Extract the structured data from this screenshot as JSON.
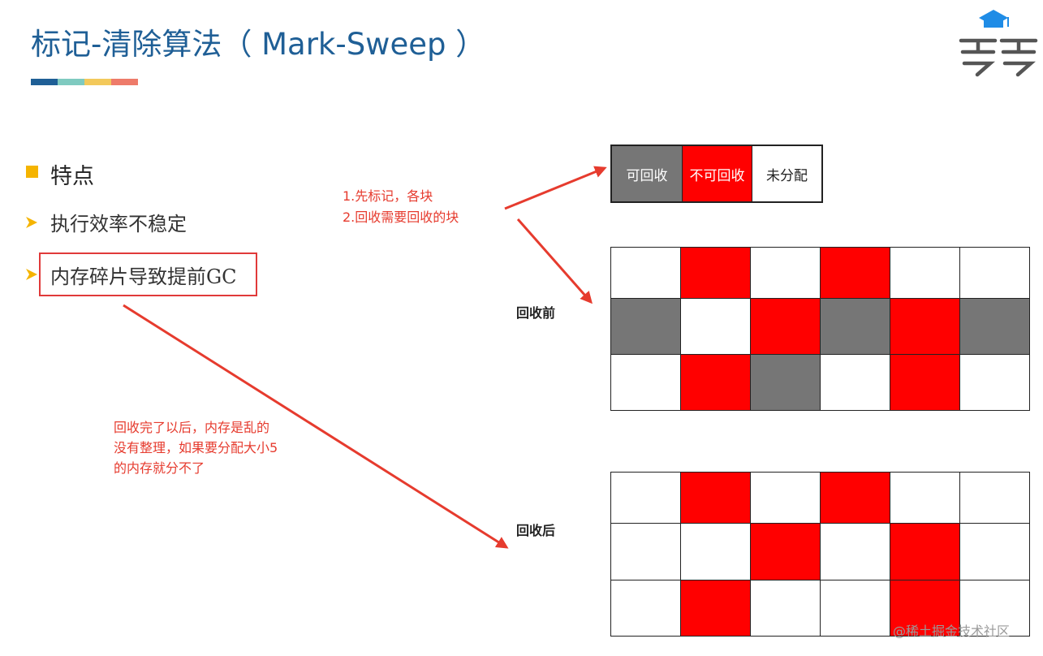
{
  "slide": {
    "title": "标记-清除算法（ Mark-Sweep ）",
    "title_bar_colors": [
      "#1f5f96",
      "#7fcac0",
      "#f3c95b",
      "#ee7b6a"
    ],
    "section_heading": "特点",
    "bullets": [
      "执行效率不稳定",
      "内存碎片导致提前GC"
    ],
    "note_mark_lines": [
      "1.先标记，各块",
      "2.回收需要回收的块"
    ],
    "note_fragment_lines": [
      "回收完了以后，内存是乱的",
      "没有整理，如果要分配大小5",
      "的内存就分不了"
    ],
    "label_before": "回收前",
    "label_after": "回收后",
    "watermark": "@稀土掘金技术社区",
    "legend": [
      {
        "label": "可回收",
        "state": "reclaimable"
      },
      {
        "label": "不可回收",
        "state": "live"
      },
      {
        "label": "未分配",
        "state": "free"
      }
    ],
    "colors": {
      "reclaimable": "#767676",
      "live": "#ff0000",
      "free": "#ffffff",
      "accent": "#e63b2e"
    },
    "memory_before": [
      [
        "free",
        "live",
        "free",
        "live",
        "free",
        "free"
      ],
      [
        "reclaimable",
        "free",
        "live",
        "reclaimable",
        "live",
        "reclaimable"
      ],
      [
        "free",
        "live",
        "reclaimable",
        "free",
        "live",
        "free"
      ]
    ],
    "memory_after": [
      [
        "free",
        "live",
        "free",
        "live",
        "free",
        "free"
      ],
      [
        "free",
        "free",
        "live",
        "free",
        "live",
        "free"
      ],
      [
        "free",
        "live",
        "free",
        "free",
        "live",
        "free"
      ]
    ]
  }
}
